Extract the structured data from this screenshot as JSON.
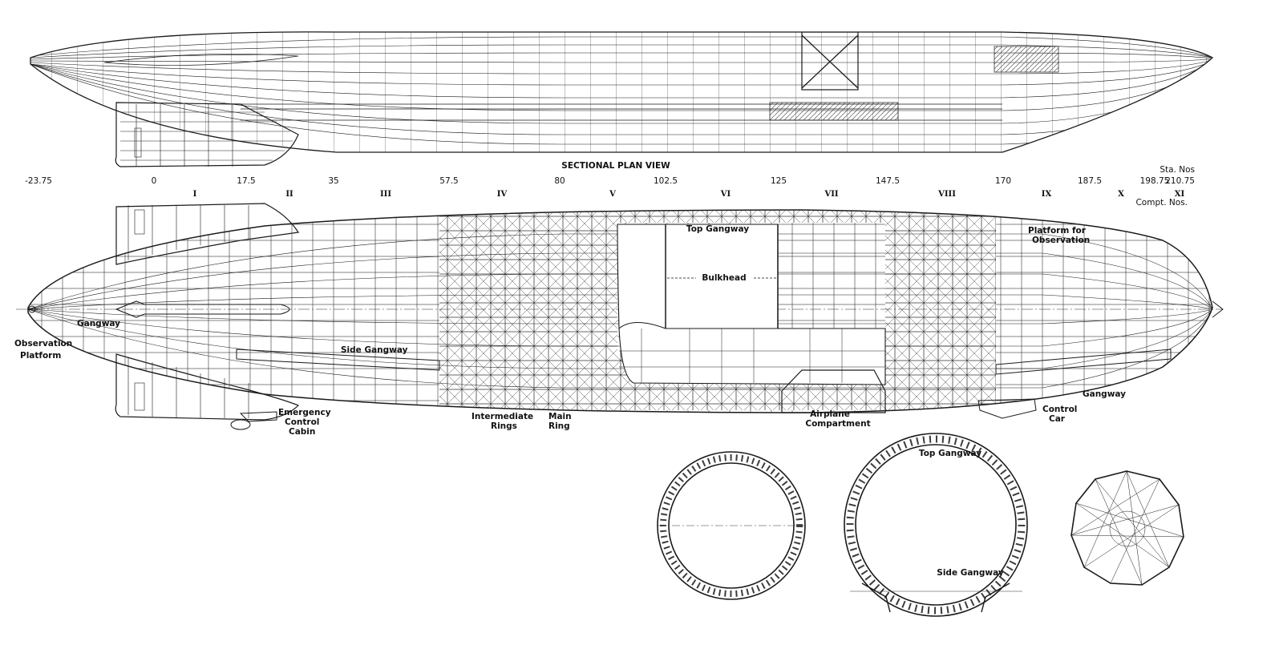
{
  "plan_view_title": "SECTIONAL PLAN VIEW",
  "station_numbers": [
    "-23.75",
    "0",
    "17.5",
    "35",
    "57.5",
    "80",
    "102.5",
    "125",
    "147.5",
    "170",
    "187.5",
    "198.75",
    "210.75"
  ],
  "station_header": [
    "Sta. Nos",
    "210.75"
  ],
  "compartment_numbers": [
    "I",
    "II",
    "III",
    "IV",
    "V",
    "VI",
    "VII",
    "VIII",
    "IX",
    "X",
    "XI"
  ],
  "compartment_header": "Compt. Nos.",
  "labels": {
    "top_gangway": "Top Gangway",
    "bulkhead": "Bulkhead",
    "platform_observation_1": "Platform for",
    "platform_observation_2": "Observation",
    "observation_platform_1": "Observation",
    "observation_platform_2": "Platform",
    "gangway_nose": "Gangway",
    "side_gangway": "Side Gangway",
    "emergency_1": "Emergency",
    "emergency_2": "Control",
    "emergency_3": "Cabin",
    "intermediate_1": "Intermediate",
    "intermediate_2": "Rings",
    "main_ring_1": "Main",
    "main_ring_2": "Ring",
    "airplane_1": "Airplane",
    "airplane_2": "Compartment",
    "control_car_1": "Control",
    "control_car_2": "Car",
    "gangway_tail": "Gangway",
    "section_top_gangway": "Top Gangway",
    "section_side_gangway": "Side Gangway"
  }
}
